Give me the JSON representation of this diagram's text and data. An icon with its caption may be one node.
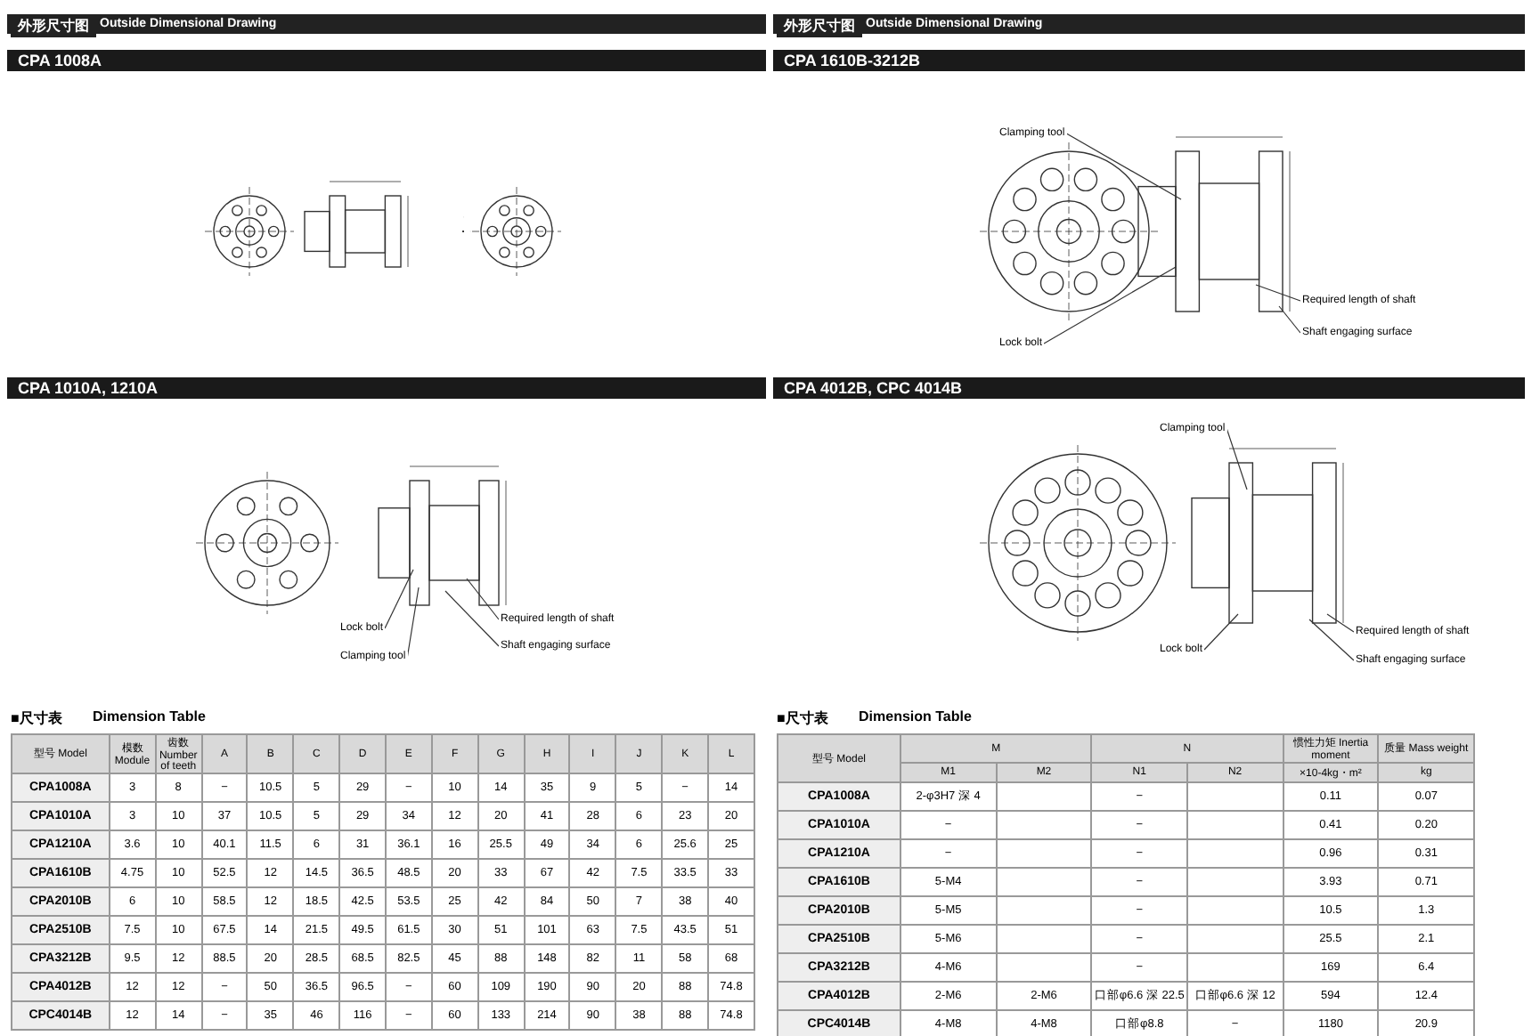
{
  "diagram": {
    "nodes": [
      {
        "text": [
          "Clamping tool"
        ]
      },
      {
        "text": [
          "Lock bolt"
        ]
      },
      {
        "text": [
          "Required length of shaft"
        ]
      },
      {
        "text": [
          "Shaft engaging surface"
        ]
      },
      {
        "text": [
          "Lock bolt"
        ]
      },
      {
        "text": [
          "Clamping tool"
        ]
      },
      {
        "text": [
          "Required length of shaft"
        ]
      },
      {
        "text": [
          "Shaft engaging surface"
        ]
      },
      {
        "text": [
          "Clamping tool"
        ]
      },
      {
        "text": [
          "Lock bolt"
        ]
      },
      {
        "text": [
          "Required length of shaft"
        ]
      },
      {
        "text": [
          "Shaft engaging surface"
        ]
      },
      {
        "text": [],
        "shape": "picture"
      },
      {
        "text": [],
        "shape": "picture"
      },
      {
        "text": [],
        "shape": "picture"
      }
    ],
    "edges": [
      {
        "from": 0,
        "to": 12,
        "arrow": "none"
      },
      {
        "from": 1,
        "to": 12,
        "arrow": "none"
      },
      {
        "from": 2,
        "to": 12,
        "arrow": "none"
      },
      {
        "from": 3,
        "to": 12,
        "arrow": "none"
      },
      {
        "from": 4,
        "to": 13,
        "arrow": "none"
      },
      {
        "from": 5,
        "to": 13,
        "arrow": "none"
      },
      {
        "from": 6,
        "to": 13,
        "arrow": "none"
      },
      {
        "from": 7,
        "to": 13,
        "arrow": "none"
      },
      {
        "from": 8,
        "to": 14,
        "arrow": "none"
      },
      {
        "from": 9,
        "to": 14,
        "arrow": "none"
      },
      {
        "from": 10,
        "to": 14,
        "arrow": "none"
      },
      {
        "from": 11,
        "to": 14,
        "arrow": "none"
      }
    ],
    "labels": [
      "外形尺寸图",
      "Outside Dimensional Drawing",
      "外形尺寸图",
      "Outside Dimensional Drawing",
      "CPA 1008A",
      "CPA 1610B-3212B",
      "CPA 1010A, 1210A",
      "CPA 4012B, CPC 4014B",
      "■尺寸表",
      "Dimension Table",
      "■尺寸表",
      "Dimension Table",
      "型号 Model",
      "模数 Module",
      "齿数 Number of teeth",
      "A",
      "B",
      "C",
      "D",
      "E",
      "F",
      "G",
      "H",
      "I",
      "J",
      "K",
      "L",
      "CPA1008A",
      "3",
      "8",
      "−",
      "10.5",
      "5",
      "29",
      "−",
      "10",
      "14",
      "35",
      "9",
      "5",
      "−",
      "14",
      "CPA1010A",
      "3",
      "10",
      "37",
      "10.5",
      "5",
      "29",
      "34",
      "12",
      "20",
      "41",
      "28",
      "6",
      "23",
      "20",
      "CPA1210A",
      "3.6",
      "10",
      "40.1",
      "11.5",
      "6",
      "31",
      "36.1",
      "16",
      "25.5",
      "49",
      "34",
      "6",
      "25.6",
      "25",
      "CPA1610B",
      "4.75",
      "10",
      "52.5",
      "12",
      "14.5",
      "36.5",
      "48.5",
      "20",
      "33",
      "67",
      "42",
      "7.5",
      "33.5",
      "33",
      "CPA2010B",
      "6",
      "10",
      "58.5",
      "12",
      "18.5",
      "42.5",
      "53.5",
      "25",
      "42",
      "84",
      "50",
      "7",
      "38",
      "40",
      "CPA2510B",
      "7.5",
      "10",
      "67.5",
      "14",
      "21.5",
      "49.5",
      "61.5",
      "30",
      "51",
      "101",
      "63",
      "7.5",
      "43.5",
      "51",
      "CPA3212B",
      "9.5",
      "12",
      "88.5",
      "20",
      "28.5",
      "68.5",
      "82.5",
      "45",
      "88",
      "148",
      "82",
      "11",
      "58",
      "68",
      "CPA4012B",
      "12",
      "12",
      "−",
      "50",
      "36.5",
      "96.5",
      "−",
      "60",
      "109",
      "190",
      "90",
      "20",
      "88",
      "74.8",
      "CPC4014B",
      "12",
      "14",
      "−",
      "35",
      "46",
      "116",
      "−",
      "60",
      "133",
      "214",
      "90",
      "38",
      "88",
      "74.8",
      "型号 Model",
      "M",
      "N",
      "惯性力矩 Inertia moment",
      "质量 Mass weight",
      "M1",
      "M2",
      "N1",
      "N2",
      "×10-4kg・m²",
      "kg",
      "CPA1008A",
      "2-φ3H7 深 4",
      "−",
      "0.11",
      "0.07",
      "CPA1010A",
      "−",
      "−",
      "0.41",
      "0.20",
      "CPA1210A",
      "−",
      "−",
      "0.96",
      "0.31",
      "CPA1610B",
      "5-M4",
      "−",
      "3.93",
      "0.71",
      "CPA2010B",
      "5-M5",
      "−",
      "10.5",
      "1.3",
      "CPA2510B",
      "5-M6",
      "−",
      "25.5",
      "2.1",
      "CPA3212B",
      "4-M6",
      "−",
      "169",
      "6.4",
      "CPA4012B",
      "2-M6",
      "2-M6",
      "口部φ6.6 深 22.5",
      "口部φ6.6 深 12",
      "594",
      "12.4",
      "CPC4014B",
      "4-M8",
      "4-M8",
      "口部φ8.8",
      "−",
      "1180",
      "20.9"
    ]
  }
}
